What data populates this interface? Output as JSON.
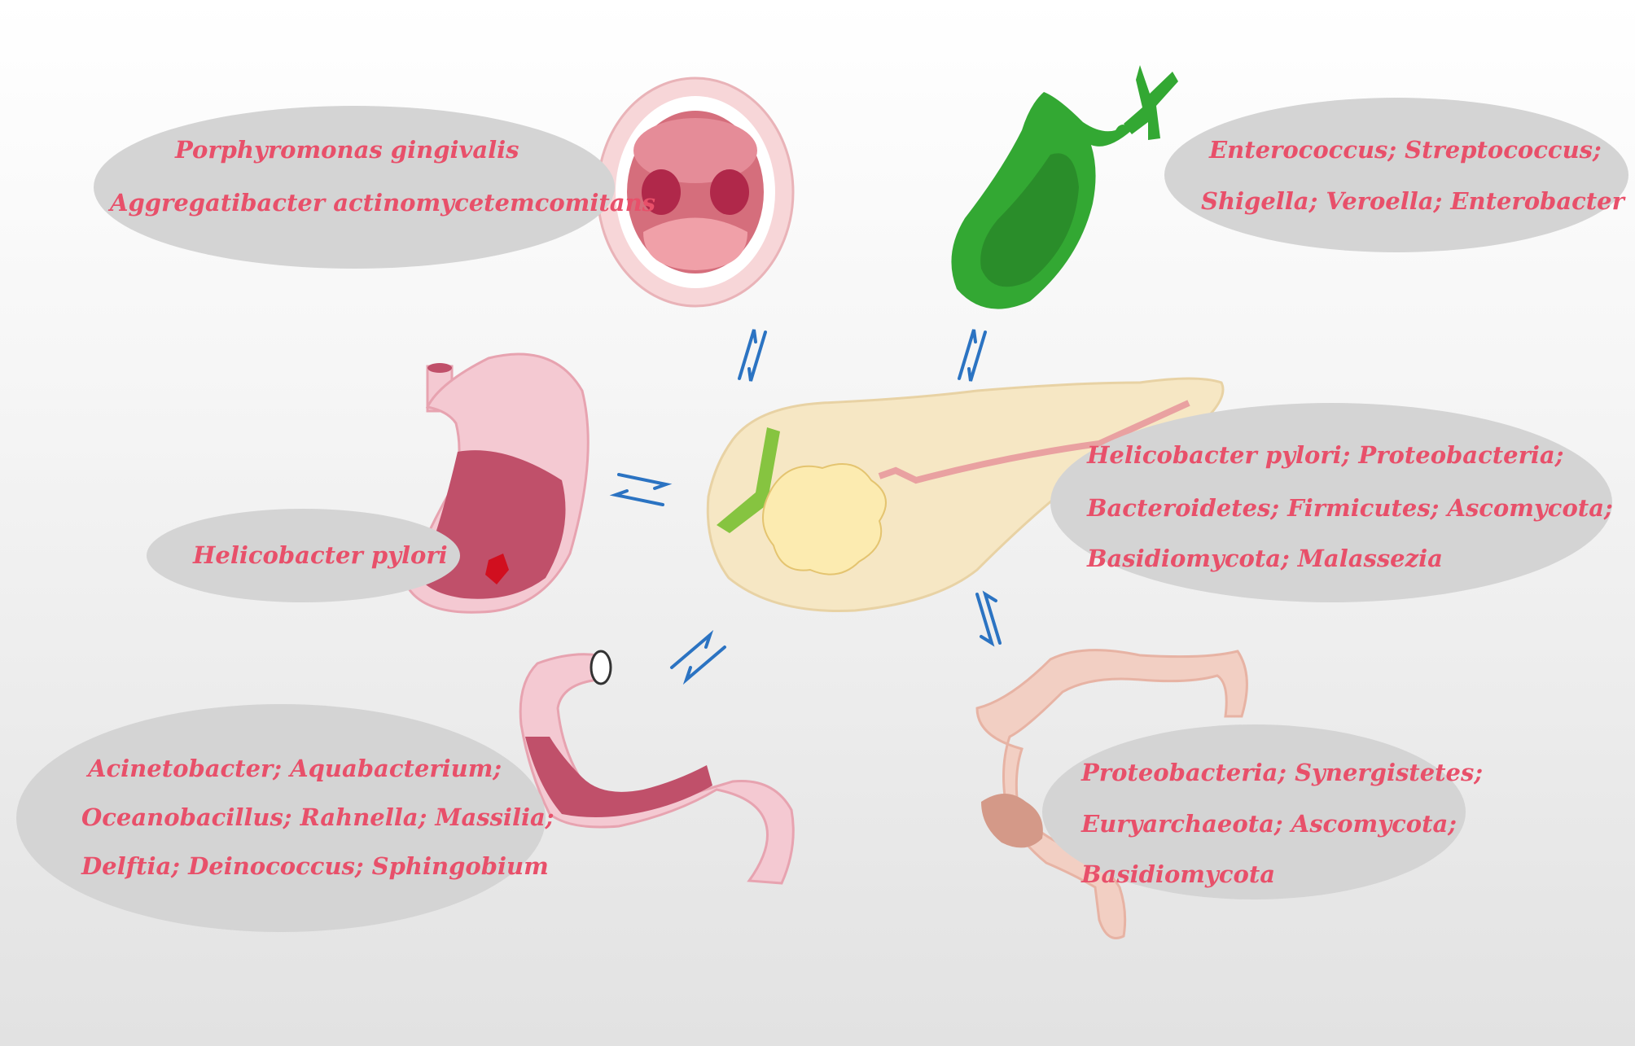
{
  "colors": {
    "label_text": "#e8506a",
    "bubble": "#d4d4d4",
    "arrow": "#2b73c2",
    "gallbladder": "#33a833",
    "pancreas": "#f6e7c4",
    "tissue_pink": "#f1c5cc",
    "mucosa": "#c0506a"
  },
  "icons": {
    "exchange": "reversible-arrows-icon"
  },
  "organs": {
    "oral": {
      "icon": "mouth-icon",
      "lines": [
        "Porphyromonas gingivalis",
        "Aggregatibacter actinomycetemcomitans"
      ]
    },
    "biliary": {
      "icon": "gallbladder-icon",
      "lines": [
        "Enterococcus; Streptococcus;",
        "Shigella; Veroella; Enterobacter"
      ]
    },
    "stomach": {
      "icon": "stomach-icon",
      "lines": [
        "Helicobacter pylori"
      ]
    },
    "pancreas": {
      "icon": "pancreas-icon",
      "lines": [
        "Helicobacter pylori; Proteobacteria;",
        "Bacteroidetes; Firmicutes; Ascomycota;",
        "Basidiomycota; Malassezia"
      ]
    },
    "duodenum": {
      "icon": "small-intestine-icon",
      "lines": [
        "Acinetobacter; Aquabacterium;",
        "Oceanobacillus; Rahnella; Massilia;",
        "Delftia; Deinococcus; Sphingobium"
      ]
    },
    "colon": {
      "icon": "colon-icon",
      "lines": [
        "Proteobacteria; Synergistetes;",
        "Euryarchaeota; Ascomycota;",
        "Basidiomycota"
      ]
    }
  }
}
